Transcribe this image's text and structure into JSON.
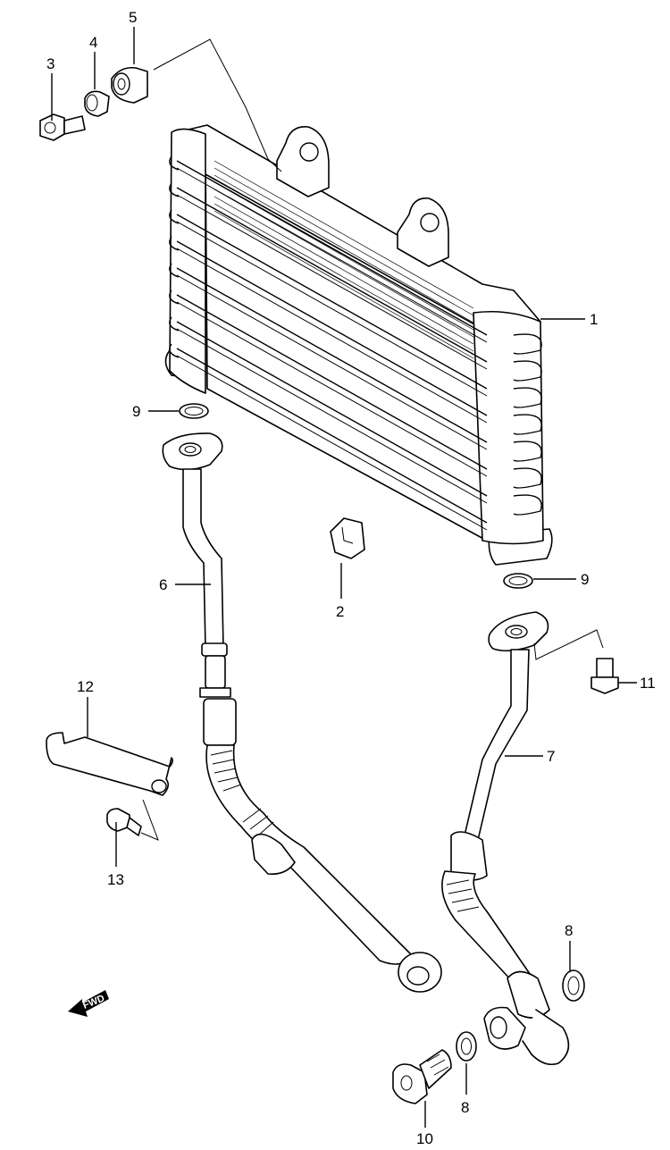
{
  "callouts": [
    {
      "id": "1",
      "label": "1"
    },
    {
      "id": "2",
      "label": "2"
    },
    {
      "id": "3",
      "label": "3"
    },
    {
      "id": "4",
      "label": "4"
    },
    {
      "id": "5",
      "label": "5"
    },
    {
      "id": "6",
      "label": "6"
    },
    {
      "id": "7",
      "label": "7"
    },
    {
      "id": "8a",
      "label": "8"
    },
    {
      "id": "8b",
      "label": "8"
    },
    {
      "id": "9a",
      "label": "9"
    },
    {
      "id": "9b",
      "label": "9"
    },
    {
      "id": "10",
      "label": "10"
    },
    {
      "id": "11",
      "label": "11"
    },
    {
      "id": "12",
      "label": "12"
    },
    {
      "id": "13",
      "label": "13"
    }
  ],
  "direction_arrow": {
    "label": "FWD",
    "icon": "fwd-arrow-icon"
  }
}
